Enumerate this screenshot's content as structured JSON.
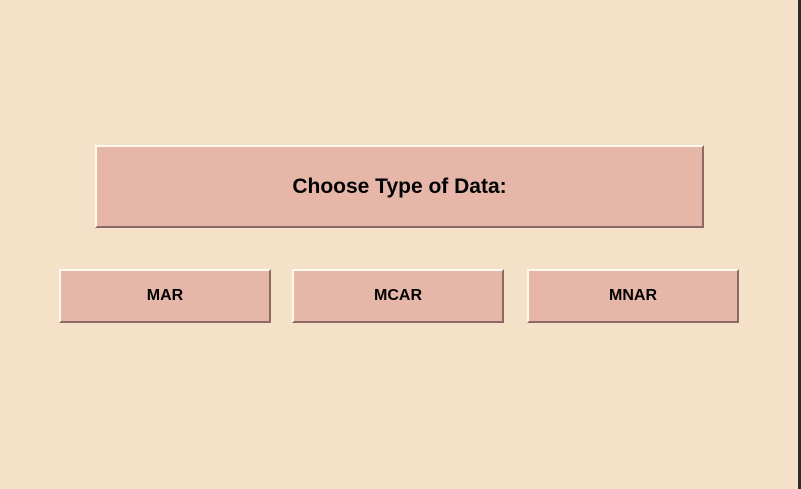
{
  "prompt": {
    "label": "Choose Type of Data:"
  },
  "choices": [
    {
      "label": "MAR"
    },
    {
      "label": "MCAR"
    },
    {
      "label": "MNAR"
    }
  ],
  "colors": {
    "background": "#f5e1c8",
    "button": "#e6b7a9"
  }
}
